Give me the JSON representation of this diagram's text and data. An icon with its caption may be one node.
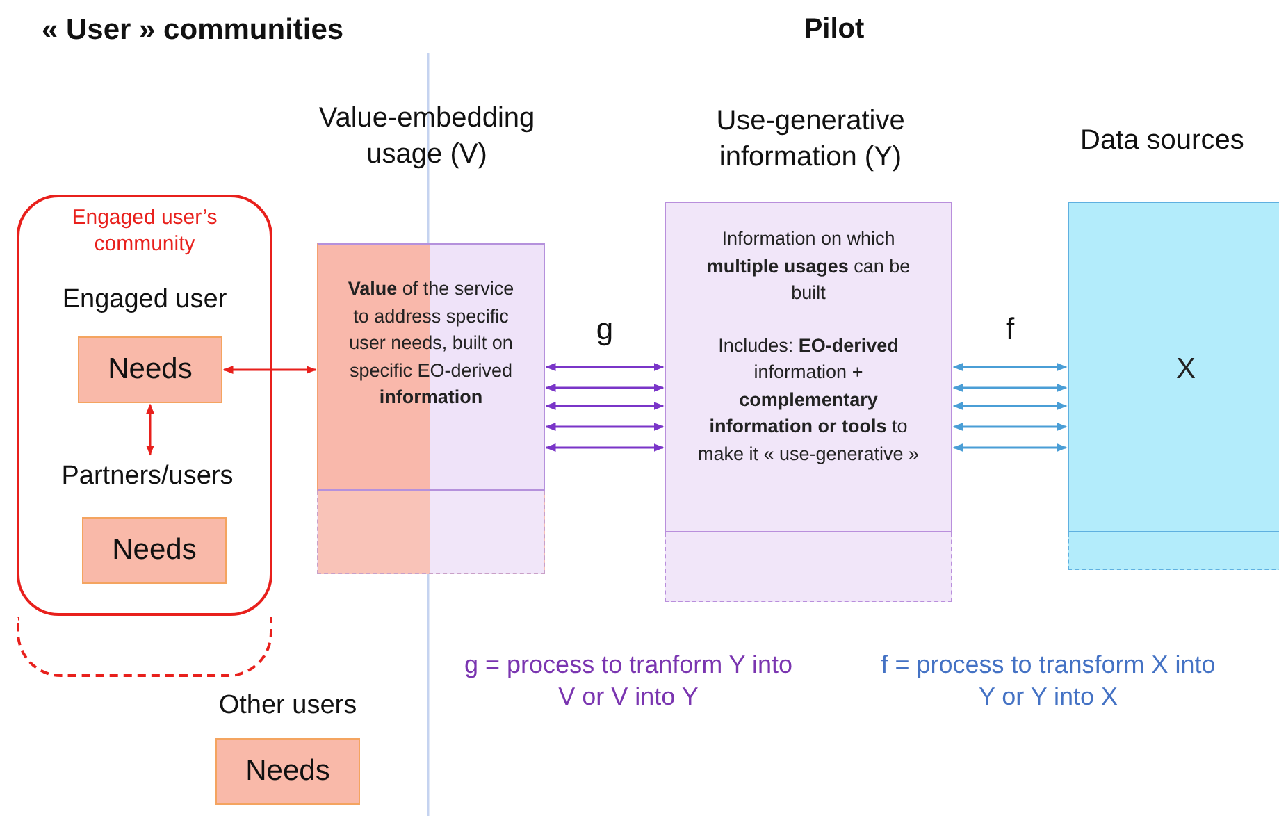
{
  "diagram": {
    "nodes": [
      {
        "text": [
          "Engaged user’s community",
          "Engaged user"
        ]
      },
      {
        "text": [
          "Needs"
        ],
        "in": 0
      },
      {
        "text": [
          "Partners/users"
        ],
        "in": 0
      },
      {
        "text": [
          "Needs"
        ],
        "in": 0
      },
      {
        "text": [
          "Needs"
        ],
        "beside": [
          "Other users"
        ]
      },
      {
        "text": [
          "Value-embedding usage (V)",
          "**Value** of the service to address specific user needs, built on specific EO-derived **information**"
        ]
      },
      {
        "text": [
          "Use-generative information (Y)",
          "Information on which **multiple usages** can be built",
          "Includes: **EO-derived** information + **complementary information or tools** to make it « use-generative »"
        ]
      },
      {
        "text": [
          "Data sources",
          "X"
        ]
      },
      {
        "text": [],
        "shape": "box"
      },
      {
        "text": [],
        "shape": "box"
      },
      {
        "text": [],
        "shape": "box"
      },
      {
        "text": [],
        "shape": "box"
      }
    ],
    "edges": [
      {
        "from": 1,
        "to": 5,
        "arrow": "both",
        "color": "#e8201c"
      },
      {
        "from": 1,
        "to": 2,
        "arrow": "both",
        "color": "#e8201c"
      },
      {
        "from": 5,
        "to": 6,
        "arrow": "both",
        "color": "#7a35c8",
        "label": "g"
      },
      {
        "from": 5,
        "to": 6,
        "arrow": "both",
        "color": "#7a35c8"
      },
      {
        "from": 5,
        "to": 6,
        "arrow": "both",
        "color": "#7a35c8"
      },
      {
        "from": 5,
        "to": 6,
        "arrow": "both",
        "color": "#7a35c8"
      },
      {
        "from": 5,
        "to": 6,
        "arrow": "both",
        "color": "#7a35c8"
      },
      {
        "from": 6,
        "to": 7,
        "arrow": "both",
        "color": "#4a9ed6",
        "label": "f"
      },
      {
        "from": 6,
        "to": 7,
        "arrow": "both",
        "color": "#4a9ed6"
      },
      {
        "from": 6,
        "to": 7,
        "arrow": "both",
        "color": "#4a9ed6"
      },
      {
        "from": 6,
        "to": 7,
        "arrow": "both",
        "color": "#4a9ed6"
      },
      {
        "from": 6,
        "to": 7,
        "arrow": "both",
        "color": "#4a9ed6"
      }
    ],
    "labels": [
      "« User » communities",
      "Pilot",
      "g = process to tranform Y into V or V into Y",
      "f = process to transform X into Y or Y into X"
    ]
  }
}
